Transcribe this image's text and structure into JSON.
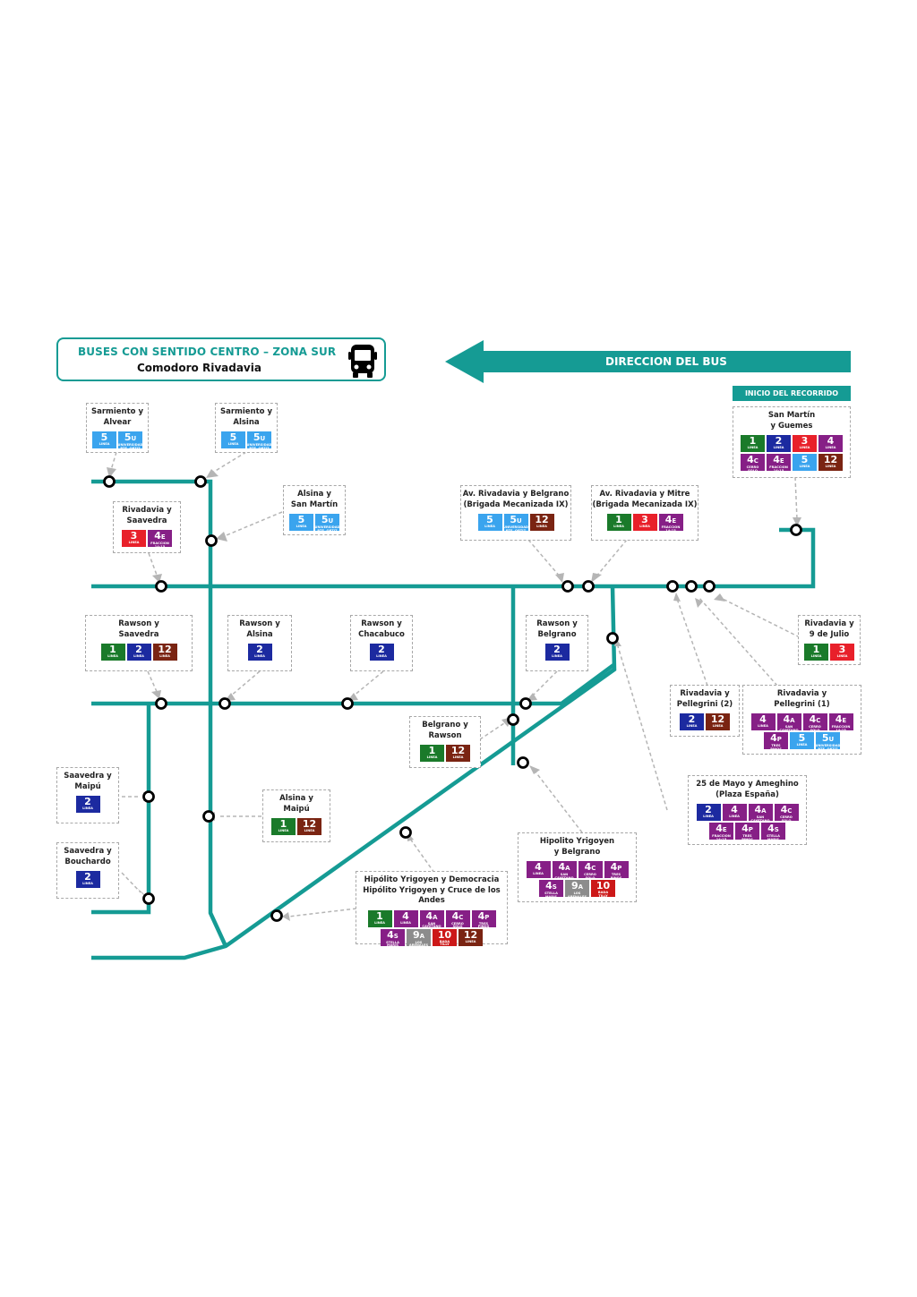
{
  "header": {
    "title": "BUSES CON SENTIDO CENTRO – ZONA SUR",
    "subtitle": "Comodoro Rivadavia",
    "icon": "bus-icon"
  },
  "direction": {
    "label": "DIRECCION DEL BUS",
    "icon": "arrow-left-icon"
  },
  "start_label": "INICIO DEL RECORRIDO",
  "colors": {
    "route": "#159b94",
    "line_1": "#1a7a2a",
    "line_2": "#1c2aa0",
    "line_3": "#e8202a",
    "line_4": "#861f86",
    "line_5": "#3aa4ee",
    "line_9A": "#8c8c8c",
    "line_10": "#cc1818",
    "line_12": "#7a2412"
  },
  "lines": {
    "1": {
      "num": "1",
      "suffix": "",
      "sub": "LINEA",
      "color": "#1a7a2a"
    },
    "2": {
      "num": "2",
      "suffix": "",
      "sub": "LINEA",
      "color": "#1c2aa0"
    },
    "3": {
      "num": "3",
      "suffix": "",
      "sub": "LINEA",
      "color": "#e8202a"
    },
    "4": {
      "num": "4",
      "suffix": "",
      "sub": "LINEA",
      "color": "#861f86"
    },
    "4A": {
      "num": "4",
      "suffix": "A",
      "sub": "SAN CAYETANO\nSAAVEDRA",
      "color": "#861f86"
    },
    "4C": {
      "num": "4",
      "suffix": "C",
      "sub": "CERRO\nSOLO",
      "color": "#861f86"
    },
    "4E": {
      "num": "4",
      "suffix": "E",
      "sub": "FRACCION\n14-15",
      "color": "#861f86"
    },
    "4P": {
      "num": "4",
      "suffix": "P",
      "sub": "TRES\nPINOS",
      "color": "#861f86"
    },
    "4S": {
      "num": "4",
      "suffix": "S",
      "sub": "STELLA\nMARIS",
      "color": "#861f86"
    },
    "5": {
      "num": "5",
      "suffix": "",
      "sub": "LINEA",
      "color": "#3aa4ee"
    },
    "5U": {
      "num": "5",
      "suffix": "U",
      "sub": "UNIVERSIDAD\nPTE. ORTIZ",
      "color": "#3aa4ee"
    },
    "9A": {
      "num": "9",
      "suffix": "A",
      "sub": "LOS\nARENALES",
      "color": "#8c8c8c"
    },
    "10": {
      "num": "10",
      "suffix": "",
      "sub": "BADA\nTILLY",
      "color": "#cc1818"
    },
    "12": {
      "num": "12",
      "suffix": "",
      "sub": "LINEA",
      "color": "#7a2412"
    }
  },
  "stops": [
    {
      "id": "san-martin-guemes",
      "name": "San Martín\ny Guemes",
      "lines": [
        "1",
        "2",
        "3",
        "4",
        "4C",
        "4E",
        "5",
        "12"
      ],
      "is_start": true
    },
    {
      "id": "sarmiento-alvear",
      "name": "Sarmiento y\nAlvear",
      "lines": [
        "5",
        "5U"
      ]
    },
    {
      "id": "sarmiento-alsina",
      "name": "Sarmiento y\nAlsina",
      "lines": [
        "5",
        "5U"
      ]
    },
    {
      "id": "alsina-san-martin",
      "name": "Alsina y\nSan Martín",
      "lines": [
        "5",
        "5U"
      ]
    },
    {
      "id": "rivadavia-saavedra",
      "name": "Rivadavia y\nSaavedra",
      "lines": [
        "3",
        "4E"
      ]
    },
    {
      "id": "av-rivadavia-belgrano",
      "name": "Av. Rivadavia y Belgrano\n(Brigada Mecanizada IX)",
      "lines": [
        "5",
        "5U",
        "12"
      ]
    },
    {
      "id": "av-rivadavia-mitre",
      "name": "Av. Rivadavia y Mitre\n(Brigada Mecanizada IX)",
      "lines": [
        "1",
        "3",
        "4E"
      ]
    },
    {
      "id": "rawson-saavedra",
      "name": "Rawson y\nSaavedra",
      "lines": [
        "1",
        "2",
        "12"
      ]
    },
    {
      "id": "rawson-alsina",
      "name": "Rawson y\nAlsina",
      "lines": [
        "2"
      ]
    },
    {
      "id": "rawson-chacabuco",
      "name": "Rawson y\nChacabuco",
      "lines": [
        "2"
      ]
    },
    {
      "id": "rawson-belgrano",
      "name": "Rawson y\nBelgrano",
      "lines": [
        "2"
      ]
    },
    {
      "id": "rivadavia-9-julio",
      "name": "Rivadavia y\n9 de Julio",
      "lines": [
        "1",
        "3"
      ]
    },
    {
      "id": "rivadavia-pellegrini-2",
      "name": "Rivadavia y\nPellegrini (2)",
      "lines": [
        "2",
        "12"
      ]
    },
    {
      "id": "rivadavia-pellegrini-1",
      "name": "Rivadavia y\nPellegrini (1)",
      "lines": [
        "4",
        "4A",
        "4C",
        "4E",
        "4P",
        "5",
        "5U"
      ]
    },
    {
      "id": "belgrano-rawson",
      "name": "Belgrano y\nRawson",
      "lines": [
        "1",
        "12"
      ]
    },
    {
      "id": "25-mayo-ameghino",
      "name": "25 de Mayo y Ameghino\n(Plaza España)",
      "lines": [
        "2",
        "4",
        "4A",
        "4C",
        "4E",
        "4P",
        "4S"
      ]
    },
    {
      "id": "saavedra-maipu",
      "name": "Saavedra y\nMaipú",
      "lines": [
        "2"
      ]
    },
    {
      "id": "alsina-maipu",
      "name": "Alsina y\nMaipú",
      "lines": [
        "1",
        "12"
      ]
    },
    {
      "id": "saavedra-bouchardo",
      "name": "Saavedra y\nBouchardo",
      "lines": [
        "2"
      ]
    },
    {
      "id": "hipolito-yrigoyen-belgrano",
      "name": "Hipolito Yrigoyen\ny Belgrano",
      "lines": [
        "4",
        "4A",
        "4C",
        "4P",
        "4S",
        "9A",
        "10"
      ]
    },
    {
      "id": "hipolito-yrigoyen-democracia",
      "name": "Hipólito Yrigoyen y Democracia\nHipólito Yrigoyen y  Cruce de los Andes",
      "lines": [
        "1",
        "4",
        "4A",
        "4C",
        "4P",
        "4S",
        "9A",
        "10",
        "12"
      ]
    }
  ]
}
